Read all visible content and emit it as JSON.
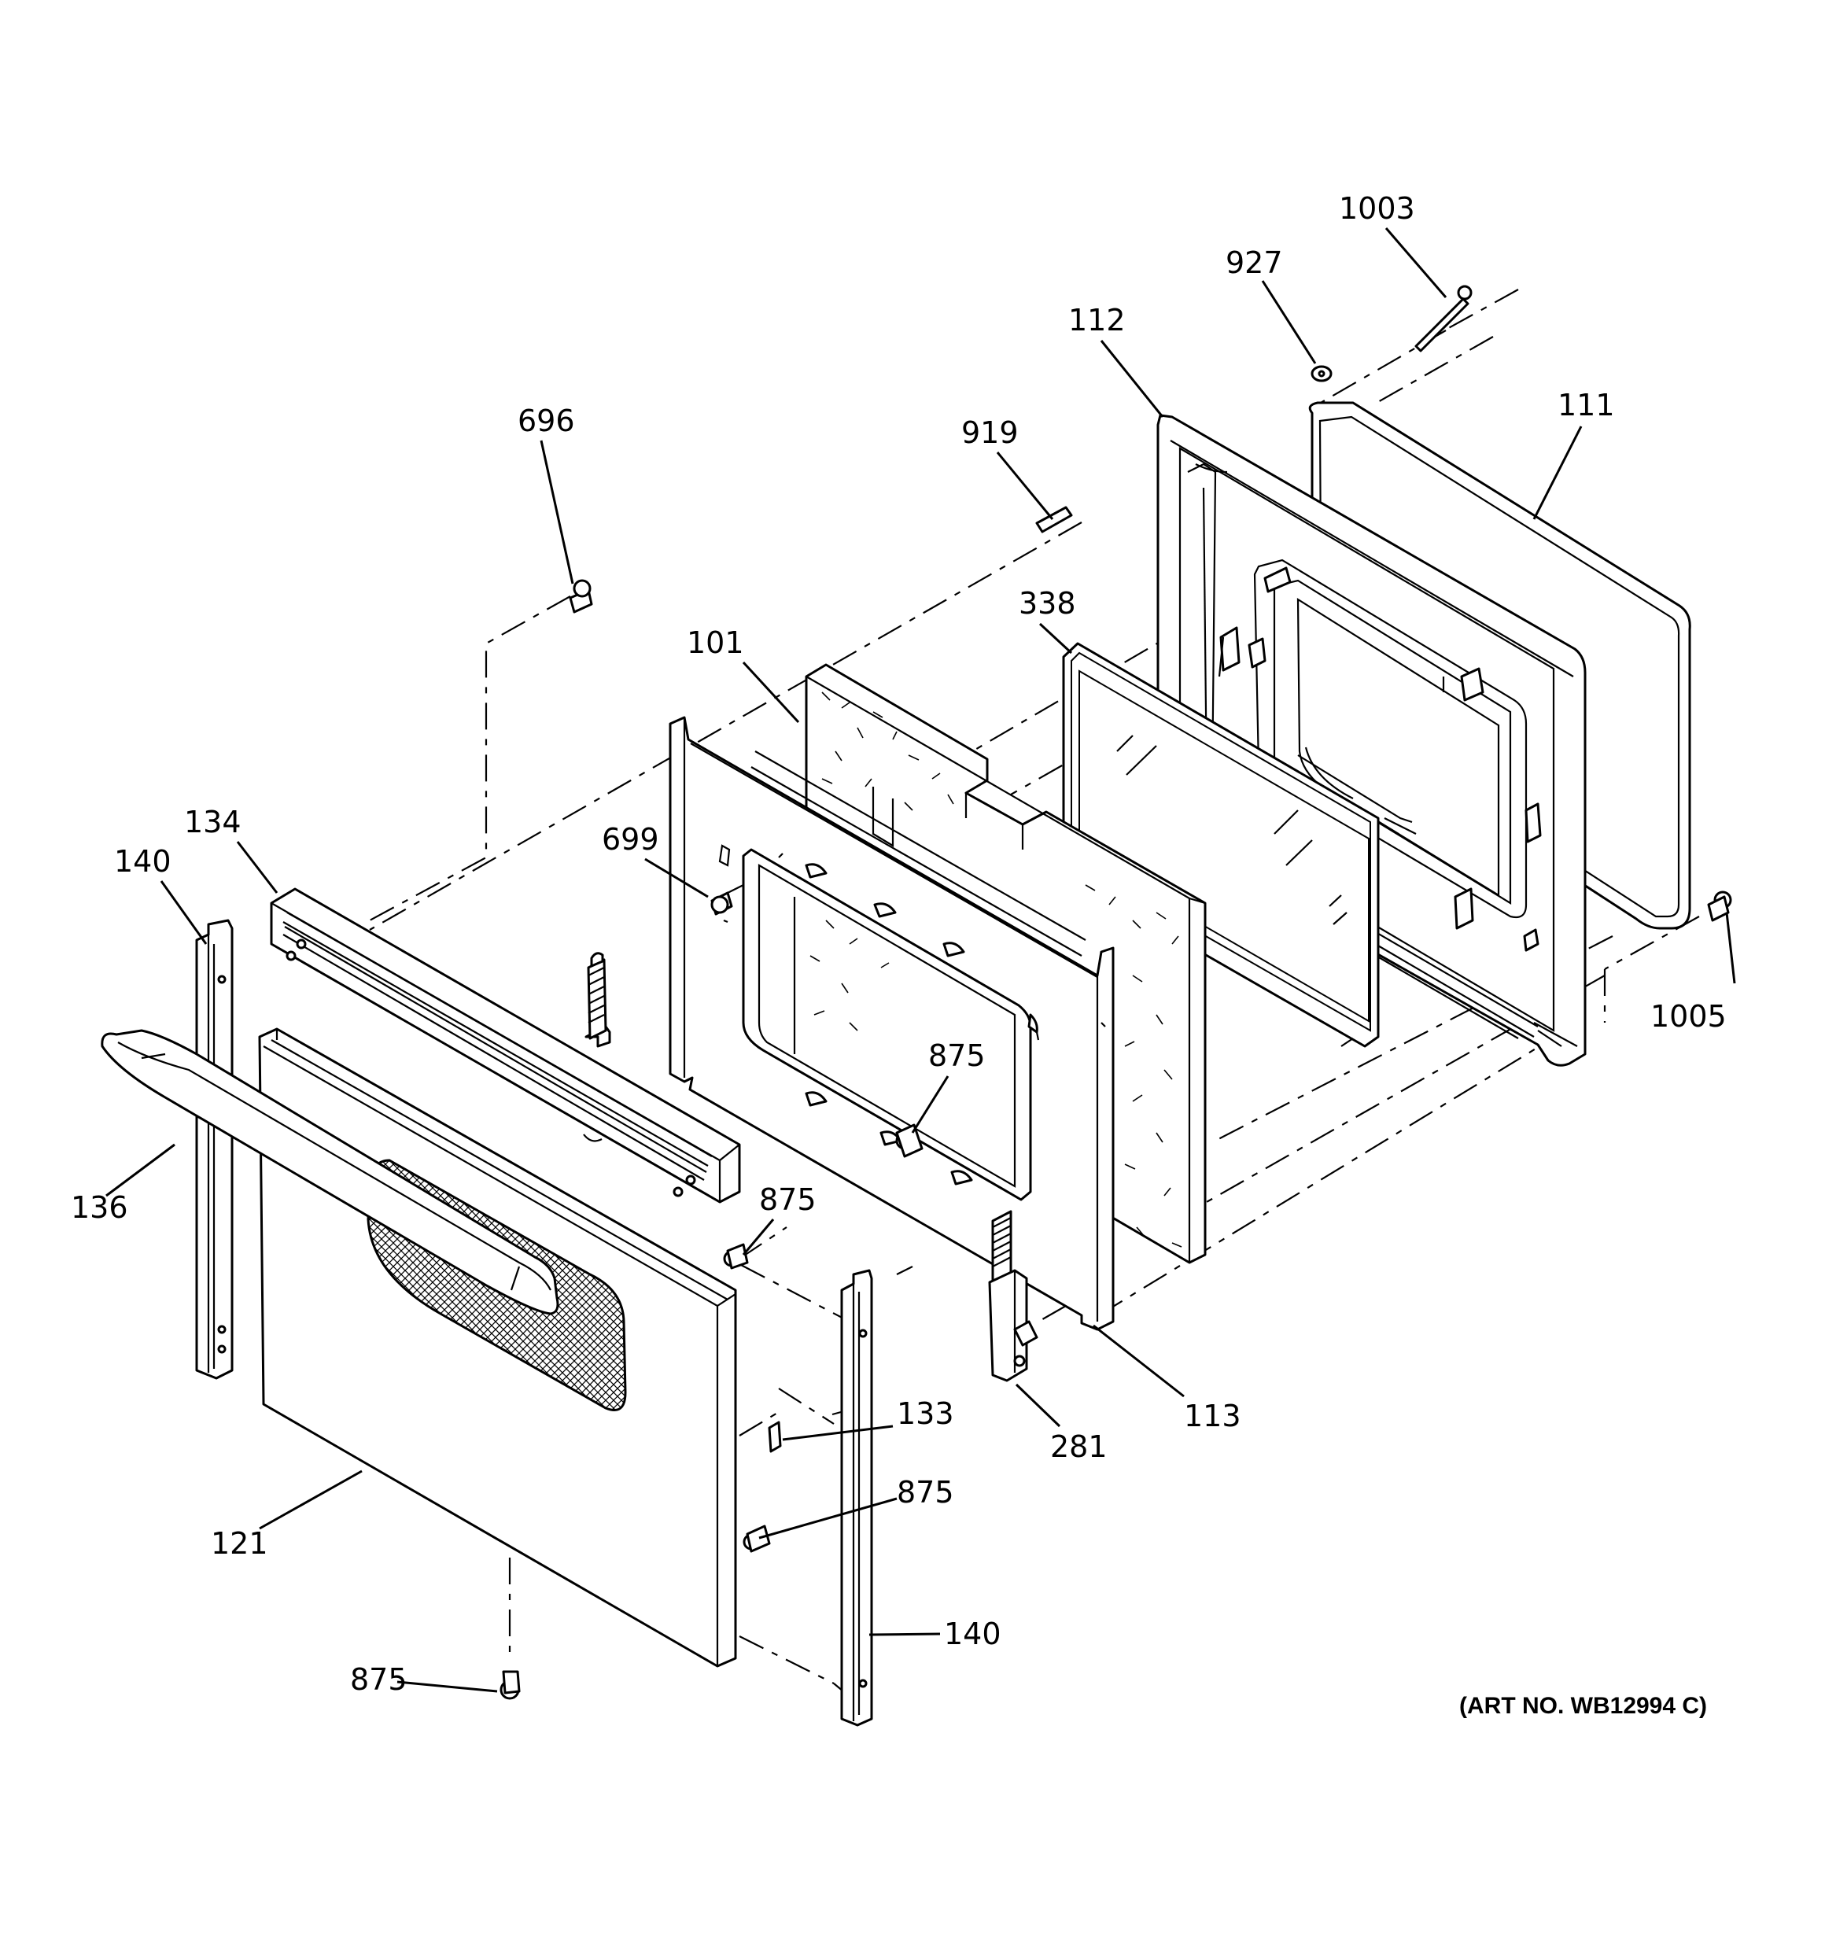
{
  "callouts": [
    {
      "id": "696",
      "label": "696"
    },
    {
      "id": "919",
      "label": "919"
    },
    {
      "id": "112",
      "label": "112"
    },
    {
      "id": "927",
      "label": "927"
    },
    {
      "id": "1003",
      "label": "1003"
    },
    {
      "id": "111",
      "label": "111"
    },
    {
      "id": "338",
      "label": "338"
    },
    {
      "id": "101",
      "label": "101"
    },
    {
      "id": "699",
      "label": "699"
    },
    {
      "id": "134",
      "label": "134"
    },
    {
      "id": "140-left",
      "label": "140"
    },
    {
      "id": "136",
      "label": "136"
    },
    {
      "id": "875-center",
      "label": "875"
    },
    {
      "id": "875-mid",
      "label": "875"
    },
    {
      "id": "1005",
      "label": "1005"
    },
    {
      "id": "113",
      "label": "113"
    },
    {
      "id": "281",
      "label": "281"
    },
    {
      "id": "133",
      "label": "133"
    },
    {
      "id": "875-lower",
      "label": "875"
    },
    {
      "id": "121",
      "label": "121"
    },
    {
      "id": "140-right",
      "label": "140"
    },
    {
      "id": "875-bottom",
      "label": "875"
    }
  ],
  "art_number": "(ART NO. WB12994 C)"
}
